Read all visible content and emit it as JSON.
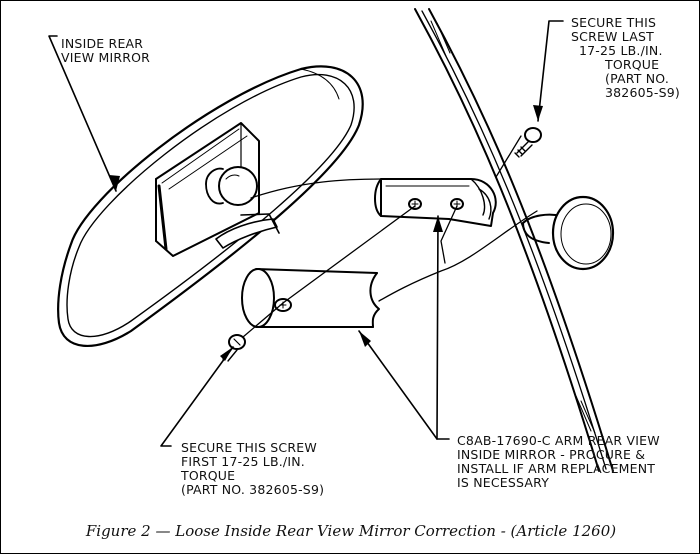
{
  "labels": {
    "mirror": [
      "INSIDE REAR",
      "VIEW MIRROR"
    ],
    "screw_last": [
      "SECURE THIS",
      "SCREW LAST",
      "17-25 LB./IN.",
      "TORQUE",
      "(PART NO.",
      "382605-S9)"
    ],
    "screw_first": [
      "SECURE THIS SCREW",
      "FIRST 17-25 LB./IN.",
      "TORQUE",
      "(PART NO. 382605-S9)"
    ],
    "arm": [
      "C8AB-17690-C ARM REAR VIEW",
      "INSIDE MIRROR - PROCURE &",
      "INSTALL IF ARM REPLACEMENT",
      "IS NECESSARY"
    ]
  },
  "caption": "Figure 2 — Loose Inside Rear View Mirror Correction - (Article 1260)"
}
